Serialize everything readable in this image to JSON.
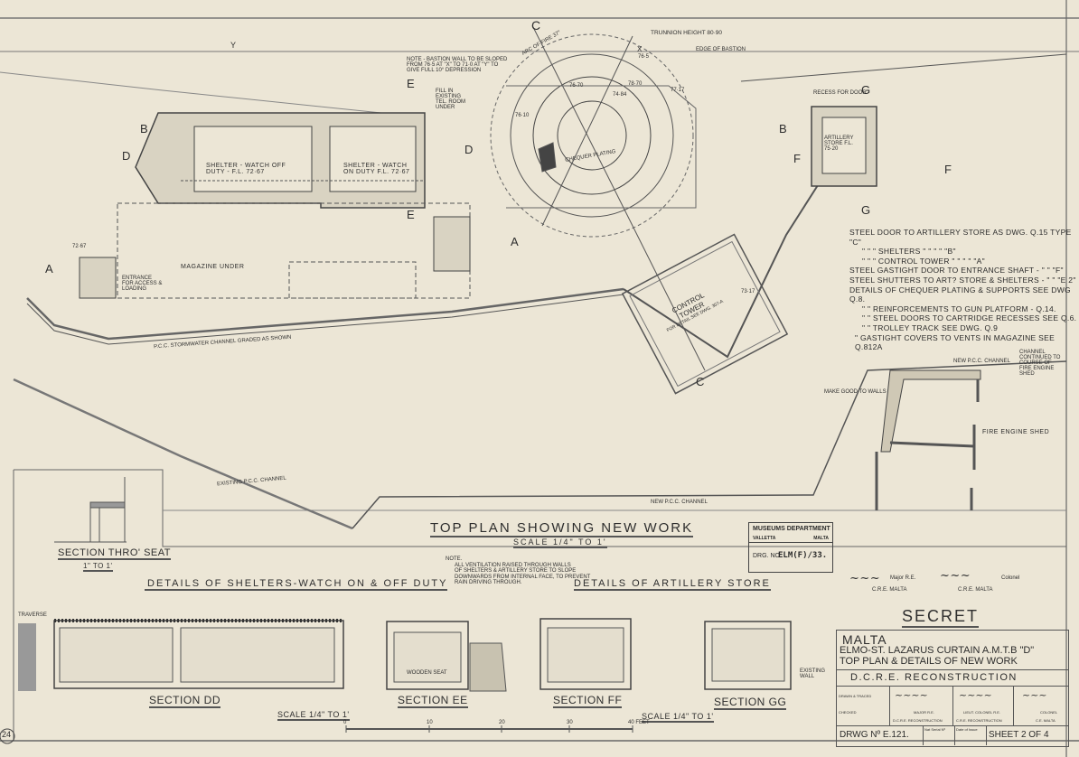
{
  "sheet_number_circle": "24",
  "plan": {
    "title": "TOP PLAN SHOWING NEW WORK",
    "scale": "SCALE 1/4\" TO 1'",
    "trunnion_height": "TRUNNION HEIGHT 80·90",
    "edge_of_bastion": "EDGE OF BASTION",
    "arc_of_fire": "ARC OF FIRE 37°",
    "bastion_note": [
      "NOTE - BASTION WALL TO BE SLOPED",
      "FROM 76·5 AT \"X\" TO 71·0 AT \"Y\" TO",
      "GIVE FULL 10° DEPRESSION"
    ],
    "fill_note": "FILL IN EXISTING TEL. ROOM UNDER",
    "shelter_off": "SHELTER - WATCH OFF DUTY - F.L. 72·67",
    "shelter_on": "SHELTER - WATCH ON DUTY F.L. 72·67",
    "magazine": "MAGAZINE UNDER",
    "entrance": "ENTRANCE FOR ACCESS & LOADING",
    "artillery_store": "ARTILLERY STORE F.L. 75·20",
    "recess": "RECESS FOR DOOR",
    "control_tower": [
      "CONTROL",
      "TOWER",
      "FOR DETAIL SEE DWG. 307-A"
    ],
    "chequer": "CHEQUER PLATING",
    "fire_engine_shed": "FIRE ENGINE SHED",
    "new_channel": "NEW P.C.C. CHANNEL",
    "channel_continued": "CHANNEL CONTINUED TO COURSE OF FIRE ENGINE SHED",
    "make_good": "MAKE GOOD TO WALLS",
    "pcc_channel": "P.C.C. STORMWATER CHANNEL GRADED AS SHOWN",
    "existing_channel": "EXISTING P.C.C. CHANNEL",
    "new_pcc_channel_bottom": "NEW P.C.C. CHANNEL",
    "section_letters": [
      "A",
      "A",
      "B",
      "B",
      "C",
      "C",
      "D",
      "D",
      "E",
      "E",
      "F",
      "F",
      "G",
      "G",
      "Y",
      "X"
    ],
    "levels": [
      "76·5",
      "76·70",
      "78·70",
      "74·84",
      "77·17",
      "72·67",
      "73·17",
      "76·10"
    ]
  },
  "door_notes": [
    "STEEL DOOR TO ARTILLERY STORE AS DWG. Q.15 TYPE \"C\"",
    "\" \" \" SHELTERS \" \" \" \" \"B\"",
    "\" \" \" CONTROL TOWER \" \" \" \" \"A\"",
    "STEEL GASTIGHT DOOR TO ENTRANCE SHAFT - \" \" \"F\"",
    "STEEL SHUTTERS TO ART? STORE & SHELTERS - \" \" \"E 2\"",
    "DETAILS OF CHEQUER PLATING & SUPPORTS SEE DWG Q.8.",
    "\" \" REINFORCEMENTS TO GUN PLATFORM - Q.14.",
    "\" \" STEEL DOORS TO CARTRIDGE RECESSES SEE Q.6.",
    "\" \" TROLLEY TRACK SEE DWG. Q.9",
    "\" GASTIGHT COVERS TO VENTS IN MAGAZINE SEE Q.812A"
  ],
  "ventilation_note": [
    "NOTE.",
    "ALL VENTILATION RAISED THROUGH WALLS",
    "OF SHELTERS & ARTILLERY STORE TO SLOPE",
    "DOWNWARDS FROM INTERNAL FACE, TO PREVENT",
    "RAIN DRIVING THROUGH."
  ],
  "details": {
    "seat_title": "SECTION THRO' SEAT",
    "seat_scale": "1\" TO 1'",
    "shelters_title": "DETAILS OF SHELTERS-WATCH ON & OFF DUTY",
    "artillery_title": "DETAILS OF ARTILLERY STORE",
    "sections": [
      "SECTION DD",
      "SECTION EE",
      "SECTION FF",
      "SECTION GG"
    ],
    "scale_left": "SCALE 1/4\" TO 1'",
    "scale_right": "SCALE 1/4\" TO 1'",
    "scale_bar_labels": [
      "0",
      "10",
      "20",
      "30",
      "40 FEET"
    ],
    "traverse": "TRAVERSE",
    "existing_wall": "EXISTING WALL",
    "wooden_seat": "WOODEN SEAT"
  },
  "stamp": {
    "dept": "MUSEUMS DEPARTMENT",
    "city": "VALLETTA",
    "country": "MALTA",
    "drg_label": "DRG. NO.",
    "drg_value": "ELM(F)/33."
  },
  "signatures_top": {
    "left_title": "Major R.E.",
    "left_role": "C.R.E. MALTA",
    "right_title": "Colonel",
    "right_role": "C.R.E. MALTA"
  },
  "title_block": {
    "classification": "SECRET",
    "line1": "MALTA",
    "line2": "ELMO-ST. LAZARUS CURTAIN A.M.T.B \"D\"",
    "line3": "TOP PLAN & DETAILS OF NEW WORK",
    "line4": "D.C.R.E. RECONSTRUCTION",
    "drawn": "DRAWN & TRACED",
    "checked": "CHECKED",
    "sig1_rank": "MAJOR R.E.",
    "sig1_role": "D.C.R.E. RECONSTRUCTION",
    "sig2_rank": "LIEUT. COLONEL R.E.",
    "sig2_role": "C.R.E. RECONSTRUCTION",
    "sig3_rank": "COLONEL",
    "sig3_role": "C.E. MALTA",
    "drwg_no": "DRWG Nº E.121.",
    "nat_serial": "Nat Serial Nº",
    "date_issue": "Date of Issue",
    "sheet": "SHEET 2 OF 4"
  }
}
